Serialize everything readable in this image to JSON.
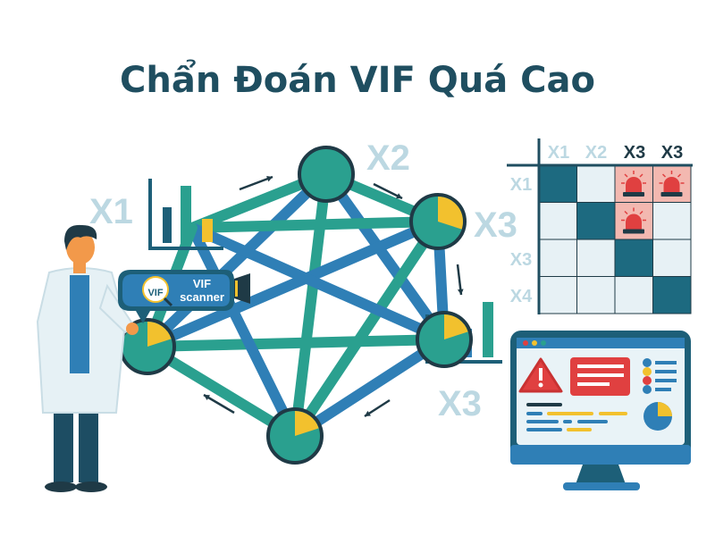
{
  "title": "Chẩn Đoán VIF Quá Cao",
  "node_labels": [
    "X1",
    "X2",
    "X3",
    "X3"
  ],
  "scanner": {
    "badge": "VIF",
    "line1": "VIF",
    "line2": "scanner"
  },
  "matrix": {
    "col_labels": [
      {
        "text": "X1",
        "highlight": false
      },
      {
        "text": "X2",
        "highlight": false
      },
      {
        "text": "X3",
        "highlight": true
      },
      {
        "text": "X3",
        "highlight": true
      }
    ],
    "row_labels": [
      "X1",
      "",
      "X3",
      "X4"
    ],
    "alarm_cells": [
      [
        0,
        2
      ],
      [
        0,
        3
      ],
      [
        1,
        2
      ]
    ]
  },
  "colors": {
    "title": "#1f4e60",
    "teal": "#2aa08f",
    "blue": "#2f7fb6",
    "dark": "#1d5f78",
    "yellow": "#f2c12e",
    "alert": "#e04040"
  },
  "icons": [
    "network-graph",
    "bar-chart-icon",
    "alarm-light-icon",
    "warning-icon",
    "pie-chart-icon",
    "magnifier-icon"
  ]
}
